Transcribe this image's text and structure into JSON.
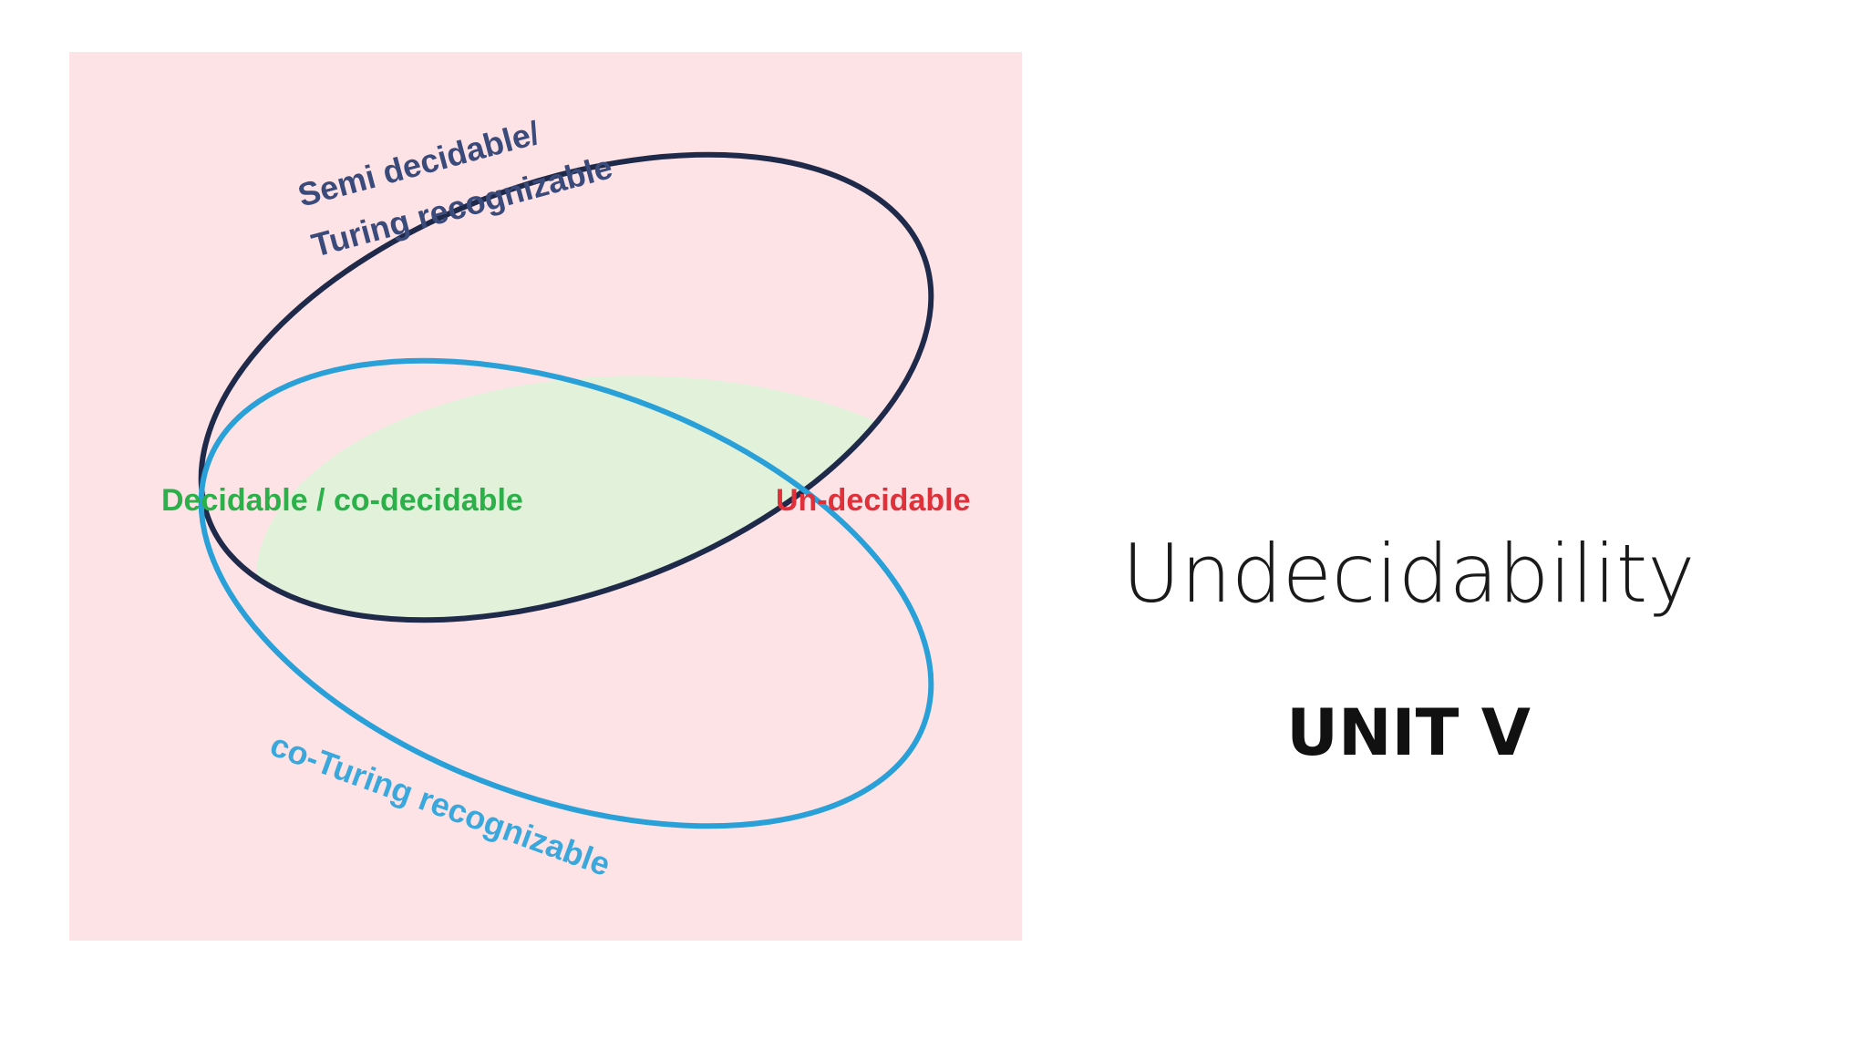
{
  "slide": {
    "title": "Undecidability",
    "subtitle": "UNIT V"
  },
  "diagram": {
    "labels": {
      "semi_line1": "Semi decidable/",
      "semi_line2": "Turing recognizable",
      "co_turing": "co-Turing recognizable",
      "decidable": "Decidable / co-decidable",
      "undecidable": "Un-decidable"
    },
    "colors": {
      "background": "#fde3e6",
      "semi_ellipse": "#1f2a4a",
      "co_ellipse": "#2aa0d8",
      "intersection_fill": "#e2f2da",
      "semi_text": "#3a4a7a",
      "co_text": "#3aa8dc",
      "decidable_text": "#2bb04a",
      "undecidable_text": "#e0303a"
    }
  }
}
